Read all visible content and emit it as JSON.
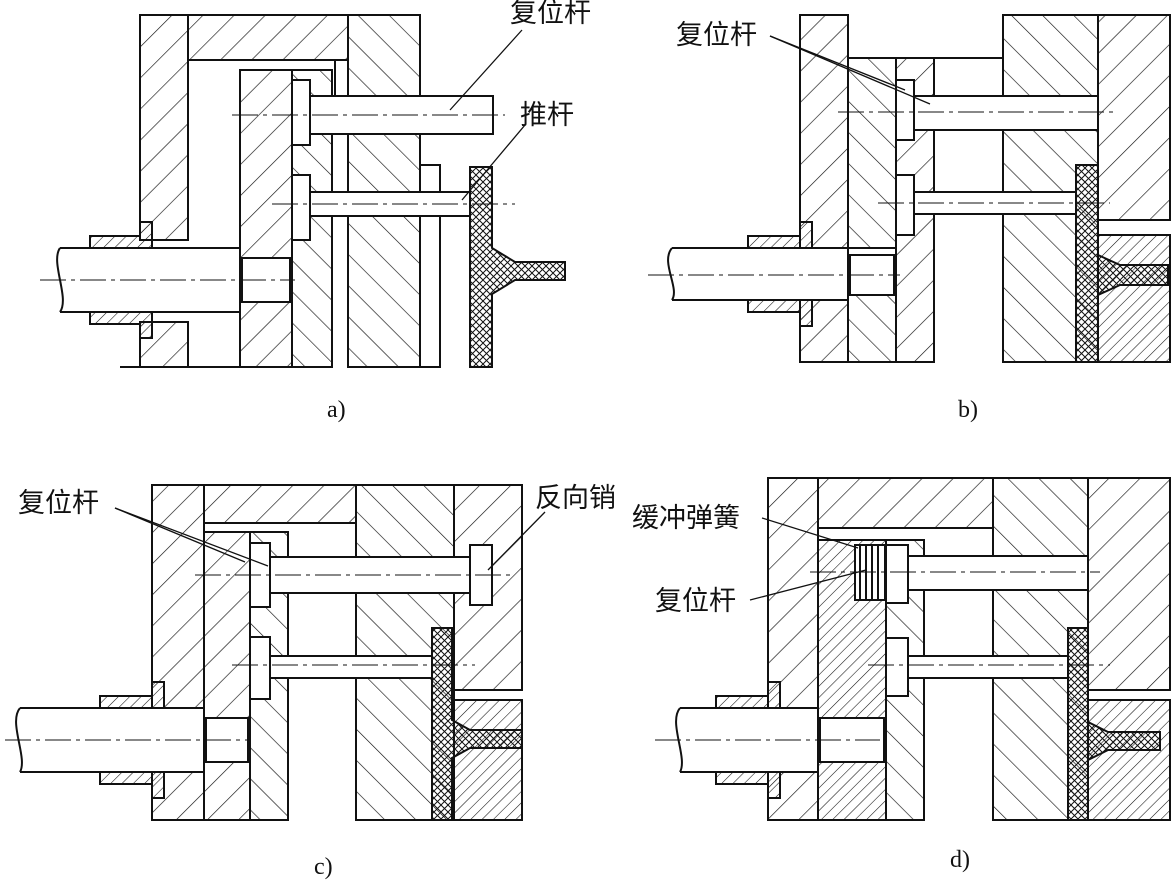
{
  "panels": [
    {
      "caption": "a)",
      "labels": {
        "reset_rod": "复位杆",
        "push_rod": "推杆"
      }
    },
    {
      "caption": "b)",
      "labels": {
        "reset_rod": "复位杆"
      }
    },
    {
      "caption": "c)",
      "labels": {
        "reset_rod": "复位杆",
        "reverse_pin": "反向销"
      }
    },
    {
      "caption": "d)",
      "labels": {
        "buffer_spring": "缓冲弹簧",
        "reset_rod": "复位杆"
      }
    }
  ],
  "colors": {
    "line": "#111111",
    "background": "#ffffff",
    "hatch": "#111111"
  }
}
